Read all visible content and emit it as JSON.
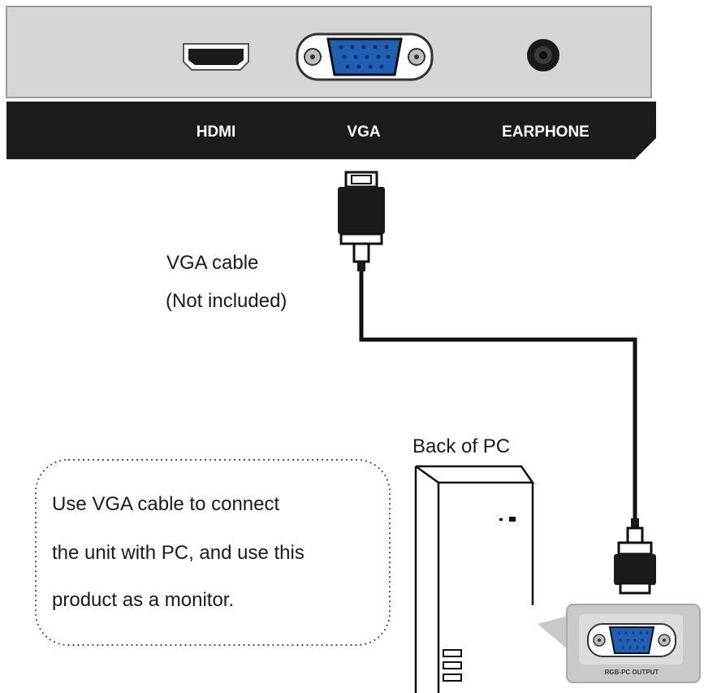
{
  "panel": {
    "ports": [
      {
        "label": "HDMI",
        "icon": "hdmi-port-icon"
      },
      {
        "label": "VGA",
        "icon": "vga-port-icon"
      },
      {
        "label": "EARPHONE",
        "icon": "earphone-jack-icon"
      }
    ]
  },
  "cable": {
    "label_line1": "VGA cable",
    "label_line2": "(Not included)"
  },
  "pc": {
    "title": "Back of PC",
    "port_label": "RGB-PC OUTPUT"
  },
  "note": {
    "line1": "Use VGA cable to connect",
    "line2": "the unit with PC, and use this",
    "line3": "product as a monitor."
  },
  "colors": {
    "panel_face": "#d6d6d6",
    "label_bar": "#1c1c1c",
    "vga_blue": "#1f5fb4",
    "cable": "#111111"
  }
}
